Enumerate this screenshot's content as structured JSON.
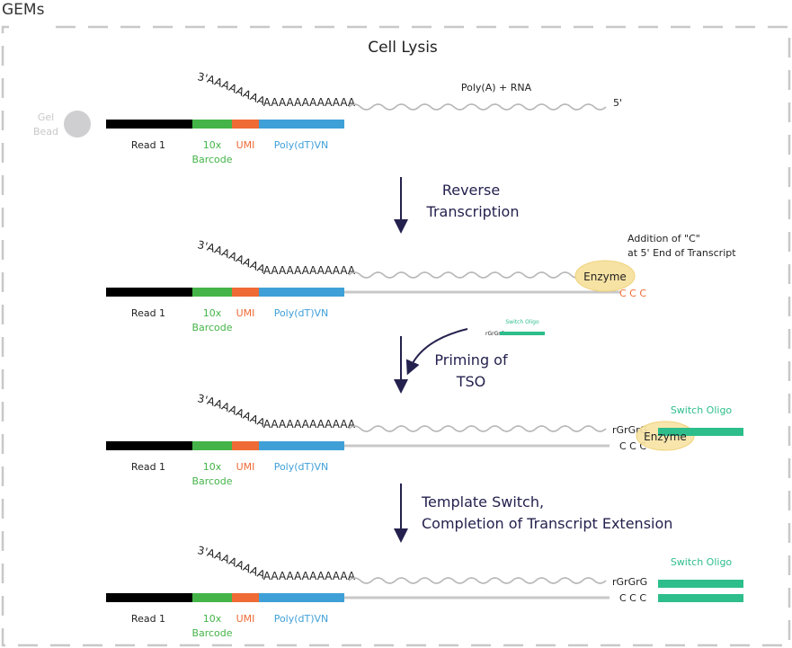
{
  "frame_label": "GEMs",
  "title": "Cell Lysis",
  "bead_label": [
    "Gel",
    "Bead"
  ],
  "poly_a": "3'AAAAAAAAAAAAAAAAAAAAAAA",
  "rna_label": "Poly(A) + RNA",
  "five_prime": "5'",
  "segments": {
    "read1": "Read 1",
    "barcode": [
      "10x",
      "Barcode"
    ],
    "umi": "UMI",
    "polydt": "Poly(dT)VN"
  },
  "steps": [
    [
      "Reverse",
      "Transcription"
    ],
    [
      "Priming of",
      "TSO"
    ],
    [
      "Template Switch,",
      "Completion of Transcript Extension"
    ]
  ],
  "addition_note": [
    "Addition of \"C\"",
    "at 5' End of Transcript"
  ],
  "enzyme": "Enzyme",
  "ccc": "C C C",
  "rgrgrg": "rGrGrG",
  "switch_oligo": "Switch Oligo",
  "colors": {
    "read1": "#000000",
    "barcode": "#44b449",
    "umi": "#ef6a35",
    "polydt": "#3fa0d8",
    "switch_oligo": "#2dbe8b",
    "enzyme": "#f6e2a3",
    "wave": "#b8b8b8",
    "ink": "#24214e"
  }
}
